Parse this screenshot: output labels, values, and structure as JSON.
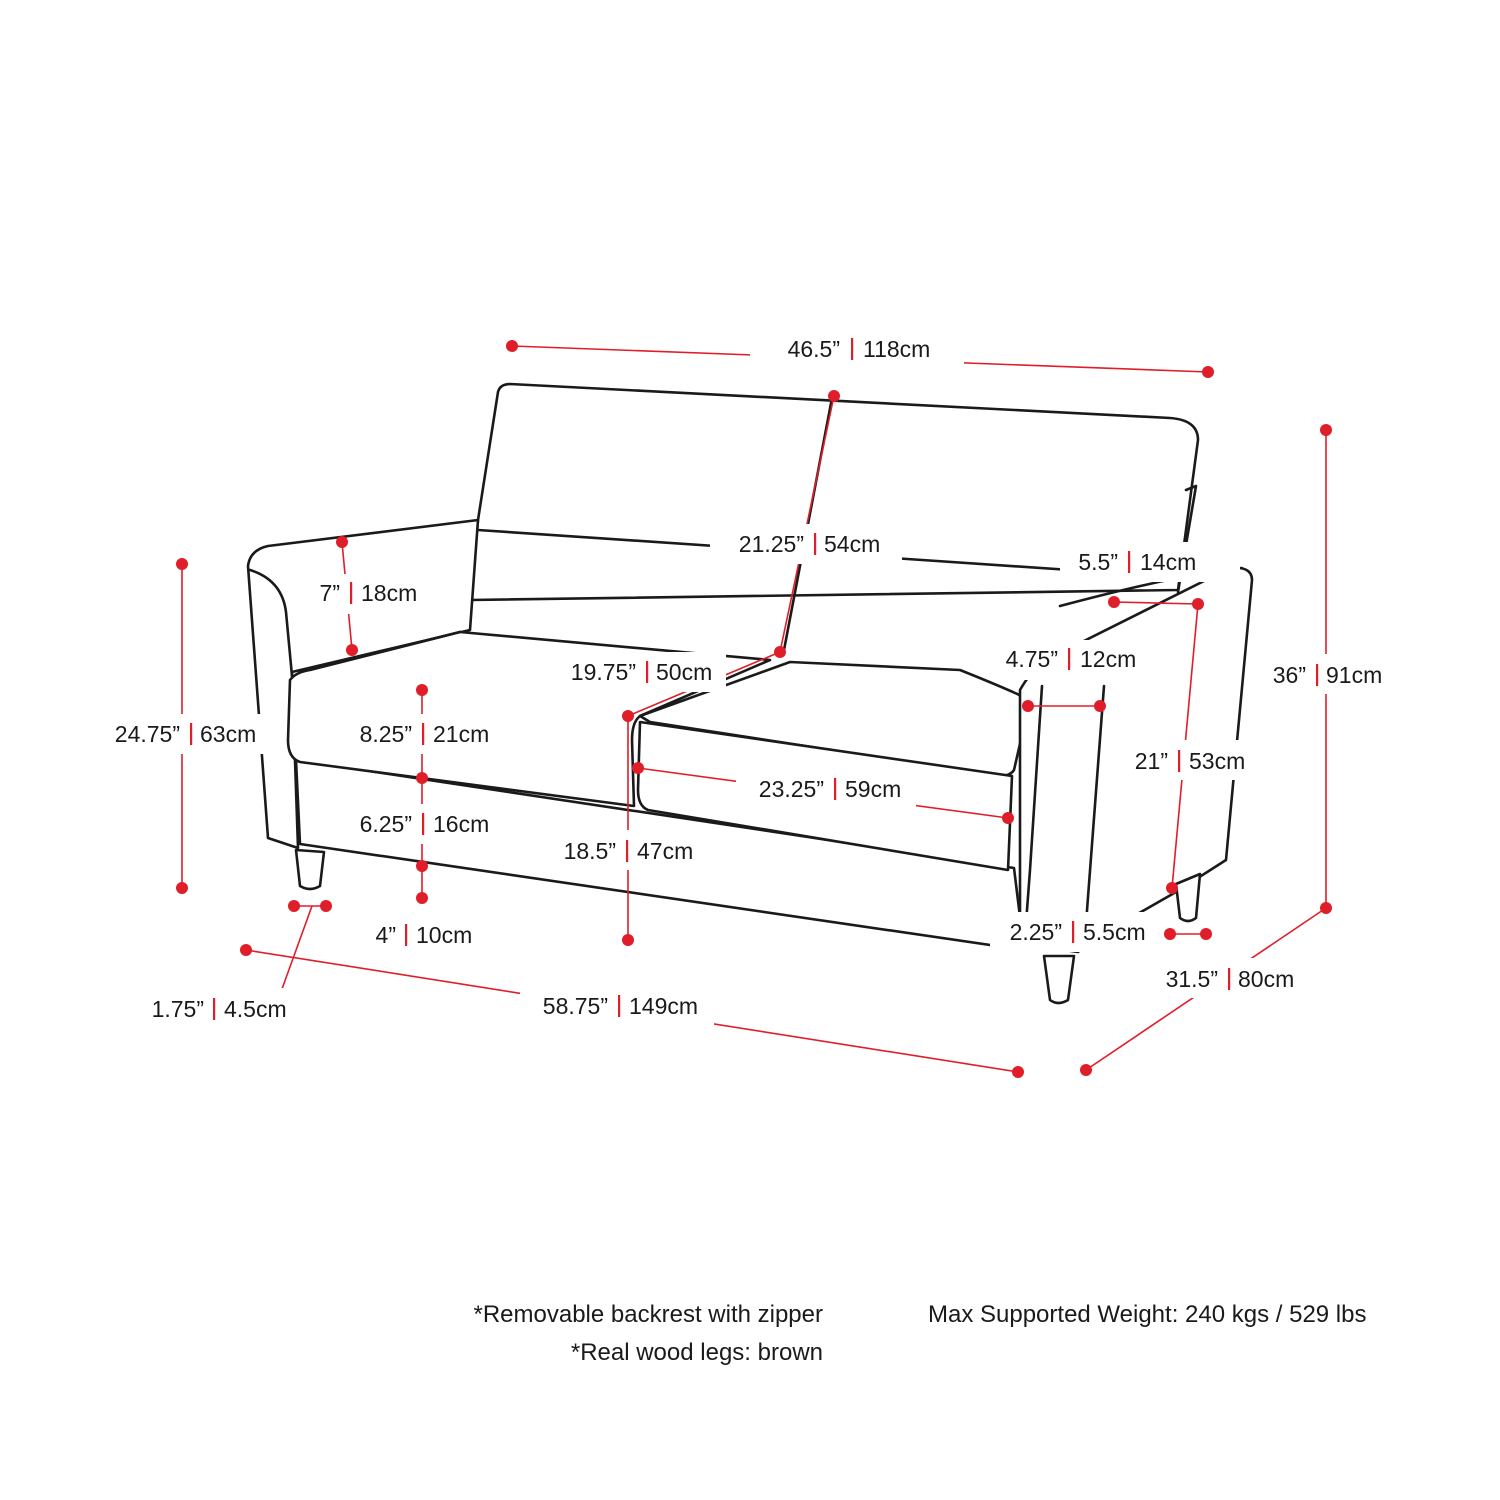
{
  "colors": {
    "dimension": "#e01e2a",
    "outline": "#1a1a1a",
    "background": "#ffffff"
  },
  "dimensions": {
    "back_width": {
      "in": "46.5”",
      "cm": "118cm"
    },
    "backrest_height": {
      "in": "21.25”",
      "cm": "54cm"
    },
    "arm_width": {
      "in": "5.5”",
      "cm": "14cm"
    },
    "arm_above_seat": {
      "in": "7”",
      "cm": "18cm"
    },
    "seat_depth": {
      "in": "19.75”",
      "cm": "50cm"
    },
    "arm_front_width": {
      "in": "4.75”",
      "cm": "12cm"
    },
    "total_height": {
      "in": "36”",
      "cm": "91cm"
    },
    "arm_height": {
      "in": "24.75”",
      "cm": "63cm"
    },
    "cushion_thickness": {
      "in": "8.25”",
      "cm": "21cm"
    },
    "seat_width": {
      "in": "23.25”",
      "cm": "59cm"
    },
    "inner_arm_height": {
      "in": "21”",
      "cm": "53cm"
    },
    "base_height": {
      "in": "6.25”",
      "cm": "16cm"
    },
    "seat_height": {
      "in": "18.5”",
      "cm": "47cm"
    },
    "leg_height": {
      "in": "4”",
      "cm": "10cm"
    },
    "leg_inset": {
      "in": "2.25”",
      "cm": "5.5cm"
    },
    "total_depth": {
      "in": "31.5”",
      "cm": "80cm"
    },
    "leg_width": {
      "in": "1.75”",
      "cm": "4.5cm"
    },
    "total_width": {
      "in": "58.75”",
      "cm": "149cm"
    }
  },
  "notes": {
    "backrest": "*Removable backrest with zipper",
    "legs": "*Real wood legs: brown",
    "max_weight": "Max Supported Weight: 240 kgs / 529 lbs"
  }
}
